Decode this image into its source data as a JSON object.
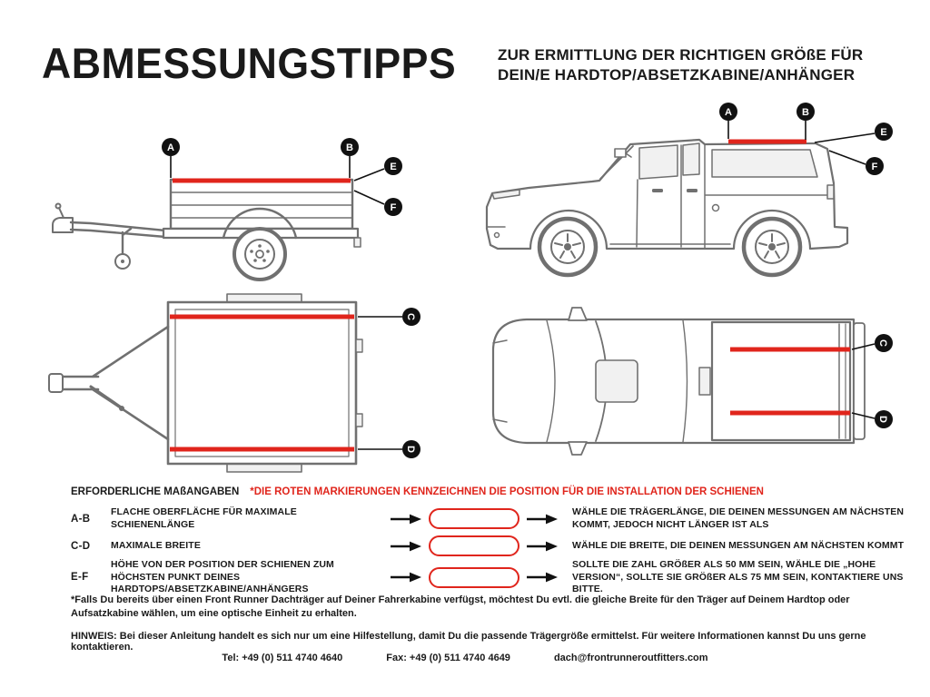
{
  "header": {
    "title": "ABMESSUNGSTIPPS",
    "subtitle_line1": "ZUR ERMITTLUNG DER RICHTIGEN GRÖßE FÜR",
    "subtitle_line2": "DEIN/E HARDTOP/ABSETZKABINE/ANHÄNGER"
  },
  "labels": {
    "a": "A",
    "b": "B",
    "c": "C",
    "d": "D",
    "e": "E",
    "f": "F"
  },
  "measurements": {
    "section_title": "ERFORDERLICHE MAßANGABEN",
    "red_note": "*DIE ROTEN MARKIERUNGEN KENNZEICHNEN DIE POSITION FÜR DIE INSTALLATION DER SCHIENEN",
    "rows": [
      {
        "key": "A-B",
        "desc": "FLACHE OBERFLÄCHE FÜR MAXIMALE SCHIENENLÄNGE",
        "result": "WÄHLE DIE TRÄGERLÄNGE, DIE DEINEN MESSUNGEN AM NÄCHSTEN KOMMT, JEDOCH NICHT LÄNGER IST ALS"
      },
      {
        "key": "C-D",
        "desc": "MAXIMALE BREITE",
        "result": "WÄHLE DIE BREITE, DIE DEINEN MESSUNGEN AM NÄCHSTEN KOMMT"
      },
      {
        "key": "E-F",
        "desc": "HÖHE VON DER POSITION DER SCHIENEN ZUM HÖCHSTEN PUNKT DEINES HARDTOPS/ABSETZKABINE/ANHÄNGERS",
        "result": "SOLLTE DIE ZAHL GRÖßER ALS 50 MM SEIN, WÄHLE DIE „HOHE VERSION“, SOLLTE SIE GRÖßER ALS 75 MM SEIN, KONTAKTIERE UNS BITTE."
      }
    ]
  },
  "footnotes": {
    "asterisk": "*Falls Du bereits über einen Front Runner Dachträger auf Deiner Fahrerkabine verfügst, möchtest Du evtl. die gleiche Breite für den Träger auf Deinem Hardtop oder Aufsatzkabine wählen, um eine optische Einheit zu erhalten.",
    "hinweis": "HINWEIS: Bei dieser Anleitung handelt es sich nur um eine Hilfestellung, damit Du die passende Trägergröße ermittelst. Für weitere Informationen kannst Du uns gerne kontaktieren."
  },
  "contact": {
    "tel": "Tel: +49 (0) 511 4740 4640",
    "fax": "Fax: +49 (0) 511 4740 4649",
    "email": "dach@frontrunneroutfitters.com"
  },
  "colors": {
    "red": "#e0251c",
    "line": "#707070",
    "black": "#1a1a1a"
  }
}
